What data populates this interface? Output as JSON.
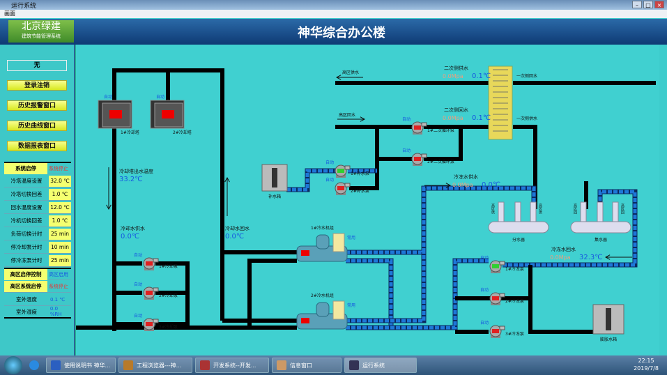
{
  "window": {
    "title": "运行系统",
    "menu": "画面"
  },
  "header": {
    "logo_main": "北京绿建",
    "logo_sub": "建筑节能管理系统",
    "title": "神华综合办公楼"
  },
  "left": {
    "status": "无",
    "buttons": [
      "登录注销",
      "历史报警窗口",
      "历史曲线窗口",
      "数据报表窗口"
    ],
    "system": {
      "label": "系统启停",
      "value": "系统停止"
    },
    "params": [
      {
        "label": "冷塔温度设置",
        "value": "32.0 ℃"
      },
      {
        "label": "冷塔切换回差",
        "value": "1.0 ℃"
      },
      {
        "label": "回水温度设置",
        "value": "12.0 ℃"
      },
      {
        "label": "冷机切换回差",
        "value": "1.0 ℃"
      },
      {
        "label": "负荷切换计时",
        "value": "25 min"
      },
      {
        "label": "停冷却泵计时",
        "value": "10 min"
      },
      {
        "label": "停冷冻泵计时",
        "value": "25 min"
      }
    ],
    "high_zone_ctrl": {
      "label": "高区启停控制",
      "value": "高区启用"
    },
    "high_zone_sys": {
      "label": "高区系统启停",
      "value": "系统停止"
    },
    "outdoor_temp": {
      "label": "室外温度",
      "value": "0.1 ℃"
    },
    "outdoor_hum": {
      "label": "室外湿度",
      "value": "0.0 %RH"
    }
  },
  "diagram": {
    "auto": "自动",
    "normal": "常用",
    "towers": [
      "1#冷却塔",
      "2#冷却塔"
    ],
    "tower_out_label": "冷却塔出水温度",
    "tower_out_value": "33.2℃",
    "cw_supply_label": "冷却水供水",
    "cw_supply_value": "0.0℃",
    "cw_return_label": "冷却水回水",
    "cw_return_value": "0.0℃",
    "cooling_pumps": [
      "1#冷却泵",
      "2#冷却泵",
      "3#冷却泵"
    ],
    "chillers": [
      "1#冷水机组",
      "2#冷水机组"
    ],
    "makeup_tank": "补水箱",
    "makeup_pumps": [
      "1#补水泵",
      "2#补水泵"
    ],
    "high_supply": "高区供水",
    "high_return": "高区回水",
    "sec_supply_label": "二次侧供水",
    "sec_supply_value": "0.1℃",
    "sec_return_label": "二次侧回水",
    "sec_return_value": "0.1℃",
    "pri_return": "一次侧回水",
    "pri_supply": "一次侧供水",
    "sec_pumps": [
      "1#二次循环泵",
      "2#二次循环泵"
    ],
    "chw_supply_label": "冷冻水供水",
    "chw_supply_value": "0.0℃",
    "chw_return_label": "冷冻水回水",
    "chw_return_value": "32.3℃",
    "pressure_unit": "0.0Mpa",
    "distributor": "分水器",
    "collector": "集水器",
    "dist_pipes": [
      "高区供",
      "高区供"
    ],
    "coll_pipes": [
      "高区回",
      "高区回"
    ],
    "chw_pumps": [
      "1#冷冻泵",
      "2#冷冻泵",
      "3#冷冻泵"
    ],
    "expansion_tank": "膨胀水箱"
  },
  "taskbar": {
    "items": [
      "使用说明书 神华...",
      "工程浏览器---神...",
      "开发系统--开发...",
      "信息窗口",
      "运行系统"
    ],
    "time": "22:15",
    "date": "2019/7/8"
  },
  "colors": {
    "pipe": "#000000",
    "chilled_pipe": "#1e78d8",
    "bg": "#40d0d0",
    "pump_on": "#30d030",
    "pump_off": "#e02020"
  }
}
